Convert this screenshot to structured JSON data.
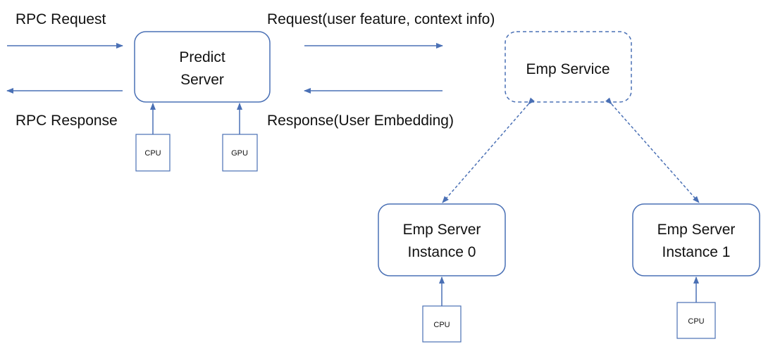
{
  "colors": {
    "stroke": "#4a70b5",
    "text": "#111111",
    "background": "#ffffff"
  },
  "labels": {
    "rpc_request": "RPC Request",
    "rpc_response": "RPC Response",
    "request_info": "Request(user feature, context info)",
    "response_info": "Response(User Embedding)"
  },
  "nodes": {
    "predict_server": {
      "line1": "Predict",
      "line2": "Server"
    },
    "emp_service": {
      "label": "Emp Service"
    },
    "emp_server_0": {
      "line1": "Emp Server",
      "line2": "Instance 0"
    },
    "emp_server_1": {
      "line1": "Emp Server",
      "line2": "Instance 1"
    },
    "predict_cpu": {
      "label": "CPU"
    },
    "predict_gpu": {
      "label": "GPU"
    },
    "instance0_cpu": {
      "label": "CPU"
    },
    "instance1_cpu": {
      "label": "CPU"
    }
  }
}
